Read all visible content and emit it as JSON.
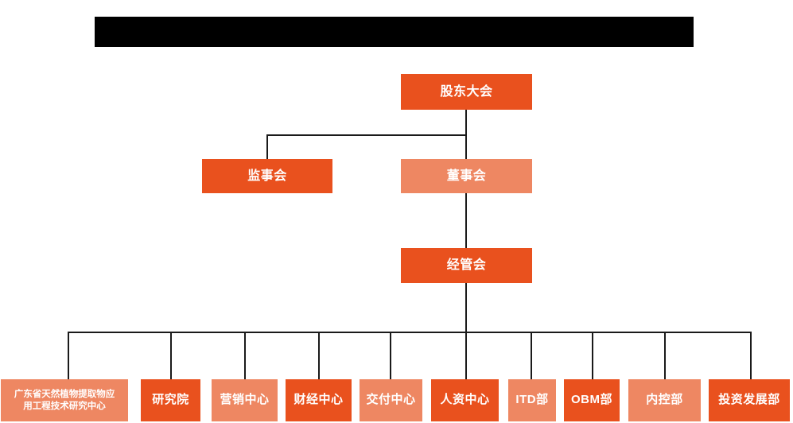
{
  "chart": {
    "kind": "organization-chart",
    "background_color": "#ffffff",
    "colors": {
      "box_dark": "#E9511E",
      "box_light": "#EE8762",
      "connector": "#1a1a1a",
      "text": "#ffffff",
      "banner": "#000000"
    }
  },
  "banner": {
    "name": "redacted-title-banner",
    "text": ""
  },
  "nodes": {
    "shareholders_meeting": {
      "label": "股东大会",
      "style": "dark"
    },
    "board_of_supervisors": {
      "label": "监事会",
      "style": "dark"
    },
    "board_of_directors": {
      "label": "董事会",
      "style": "light"
    },
    "management_committee": {
      "label": "经管会",
      "style": "dark"
    }
  },
  "departments": [
    {
      "label": "广东省天然植物提取物应\n用工程技术研究中心",
      "style": "light"
    },
    {
      "label": "研究院",
      "style": "dark"
    },
    {
      "label": "营销中心",
      "style": "light"
    },
    {
      "label": "财经中心",
      "style": "dark"
    },
    {
      "label": "交付中心",
      "style": "light"
    },
    {
      "label": "人资中心",
      "style": "dark"
    },
    {
      "label": "ITD部",
      "style": "light"
    },
    {
      "label": "OBM部",
      "style": "dark"
    },
    {
      "label": "内控部",
      "style": "light"
    },
    {
      "label": "投资发展部",
      "style": "dark"
    }
  ]
}
